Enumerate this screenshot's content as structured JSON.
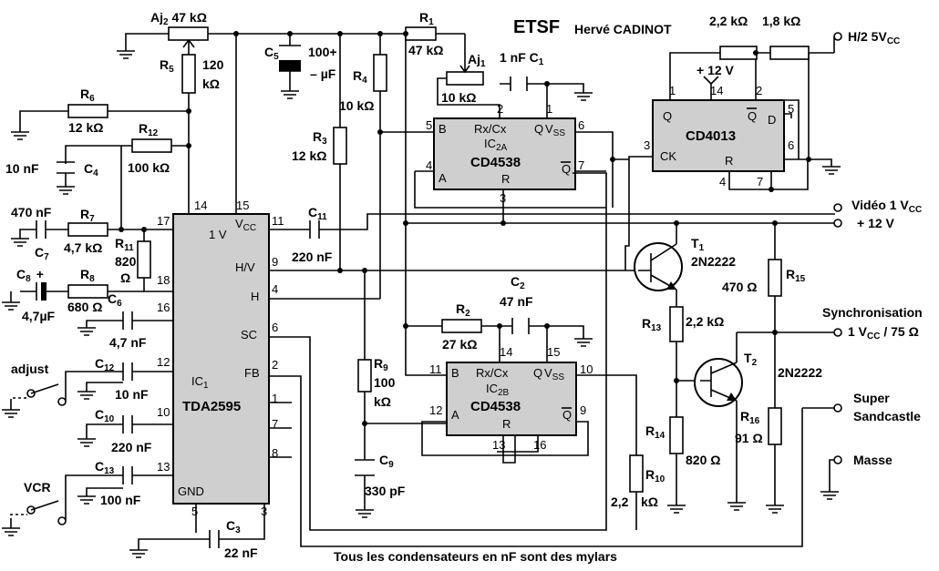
{
  "header": {
    "title": "ETSF",
    "author": "Hervé CADINOT"
  },
  "footer": {
    "note": "Tous les condensateurs en nF sont des mylars"
  },
  "ics": {
    "ic1": {
      "ref": "IC",
      "sub": "1",
      "name": "TDA2595"
    },
    "ic2a": {
      "ref": "IC",
      "sub": "2A",
      "name": "CD4538"
    },
    "ic2b": {
      "ref": "IC",
      "sub": "2B",
      "name": "CD4538"
    },
    "ic4013": {
      "name": "CD4013"
    }
  },
  "ic1_pins": {
    "p14": "14",
    "p15": "15",
    "p17": "17",
    "p18": "18",
    "p16": "16",
    "p12": "12",
    "p10": "10",
    "p13": "13",
    "p11": "11",
    "p9": "9",
    "p4": "4",
    "p6": "6",
    "p2": "2",
    "p1": "1",
    "p7": "7",
    "p8": "8",
    "p5": "5",
    "p3": "3",
    "vcc": "V",
    "vcc_sub": "CC",
    "v1": "1 V",
    "hv": "H/V",
    "h": "H",
    "sc": "SC",
    "fb": "FB",
    "gnd": "GND"
  },
  "ic2a_pins": {
    "p5": "5",
    "p2": "2",
    "p1": "1",
    "p6": "6",
    "p4": "4",
    "p7": "7",
    "p3": "3",
    "b": "B",
    "rxcx": "Rx/Cx",
    "q": "Q",
    "vss": "V",
    "vss_sub": "SS",
    "a": "A",
    "r": "R",
    "qbar": "Q"
  },
  "ic2b_pins": {
    "p11": "11",
    "p14": "14",
    "p15": "15",
    "p10": "10",
    "p12": "12",
    "p9": "9",
    "p13": "13",
    "p16": "16",
    "b": "B",
    "rxcx": "Rx/Cx",
    "q": "Q",
    "vss": "V",
    "vss_sub": "SS",
    "a": "A",
    "r": "R",
    "qbar": "Q"
  },
  "ic4013_pins": {
    "p1": "1",
    "p14": "14",
    "p2": "2",
    "p5": "5",
    "p3": "3",
    "p6": "6",
    "p4": "4",
    "p7": "7",
    "q": "Q",
    "qbar": "Q",
    "d": "D",
    "ck": "CK",
    "r": "R"
  },
  "components": {
    "aj2": {
      "ref": "Aj",
      "sub": "2",
      "value": "47 kΩ"
    },
    "r5": {
      "ref": "R",
      "sub": "5",
      "v1": "120",
      "v2": "kΩ"
    },
    "r6": {
      "ref": "R",
      "sub": "6",
      "value": "12 kΩ"
    },
    "r12": {
      "ref": "R",
      "sub": "12",
      "value": "100 kΩ"
    },
    "c4": {
      "ref": "C",
      "sub": "4",
      "value": "10 nF"
    },
    "c5": {
      "ref": "C",
      "sub": "5",
      "v1": "100",
      "plus": "+",
      "v2": "µF"
    },
    "r1": {
      "ref": "R",
      "sub": "1",
      "value": "47 kΩ"
    },
    "aj1": {
      "ref": "Aj",
      "sub": "1",
      "value": "10 kΩ"
    },
    "c1": {
      "ref": "C",
      "sub": "1",
      "value": "1 nF"
    },
    "r4": {
      "ref": "R",
      "sub": "4",
      "value": "10 kΩ"
    },
    "r3": {
      "ref": "R",
      "sub": "3",
      "value": "12 kΩ"
    },
    "c7": {
      "ref": "C",
      "sub": "7",
      "value": "470 nF"
    },
    "r7": {
      "ref": "R",
      "sub": "7",
      "value": "4,7 kΩ"
    },
    "r11": {
      "ref": "R",
      "sub": "11",
      "v1": "820",
      "v2": "Ω"
    },
    "c8": {
      "ref": "C",
      "sub": "8",
      "plus": "+",
      "value": "4,7µF"
    },
    "r8": {
      "ref": "R",
      "sub": "8",
      "value": "680 Ω"
    },
    "c6": {
      "ref": "C",
      "sub": "6",
      "value": "4,7 nF"
    },
    "c12": {
      "ref": "C",
      "sub": "12",
      "value": "10 nF"
    },
    "c10": {
      "ref": "C",
      "sub": "10",
      "value": "220 nF"
    },
    "c13": {
      "ref": "C",
      "sub": "13",
      "value": "100 nF"
    },
    "c3": {
      "ref": "C",
      "sub": "3",
      "value": "22 nF"
    },
    "c11": {
      "ref": "C",
      "sub": "11",
      "value": "220 nF"
    },
    "c2": {
      "ref": "C",
      "sub": "2",
      "value": "47 nF"
    },
    "r2": {
      "ref": "R",
      "sub": "2",
      "value": "27 kΩ"
    },
    "r9": {
      "ref": "R",
      "sub": "9",
      "v1": "100",
      "v2": "kΩ"
    },
    "c9": {
      "ref": "C",
      "sub": "9",
      "value": "330 pF"
    },
    "r10": {
      "ref": "R",
      "sub": "10",
      "v1": "2,2",
      "v2": "kΩ"
    },
    "r13": {
      "ref": "R",
      "sub": "13",
      "value": "2,2 kΩ"
    },
    "r14": {
      "ref": "R",
      "sub": "14",
      "value": "820 Ω"
    },
    "t1": {
      "ref": "T",
      "sub": "1",
      "value": "2N2222"
    },
    "t2": {
      "ref": "T",
      "sub": "2",
      "value": "2N2222"
    },
    "r15": {
      "ref": "R",
      "sub": "15",
      "value": "470 Ω"
    },
    "r16": {
      "ref": "R",
      "sub": "16",
      "value": "91 Ω"
    },
    "r_top_a": {
      "value": "2,2 kΩ"
    },
    "r_top_b": {
      "value": "1,8 kΩ"
    },
    "plus12_4013": {
      "value": "+ 12 V"
    }
  },
  "switches": {
    "adjust": "adjust",
    "vcr": "VCR"
  },
  "outputs": {
    "h2": {
      "text": "H/2  5V",
      "sub": "CC"
    },
    "video": {
      "text": "Vidéo 1 V",
      "sub": "CC"
    },
    "plus12": {
      "text": "+ 12 V"
    },
    "sync1": {
      "text": "Synchronisation"
    },
    "sync2": {
      "text": "1 V",
      "sub": "CC",
      "rest": " / 75 Ω"
    },
    "sandcastle1": {
      "text": "Super"
    },
    "sandcastle2": {
      "text": "Sandcastle"
    },
    "masse": {
      "text": "Masse"
    }
  }
}
